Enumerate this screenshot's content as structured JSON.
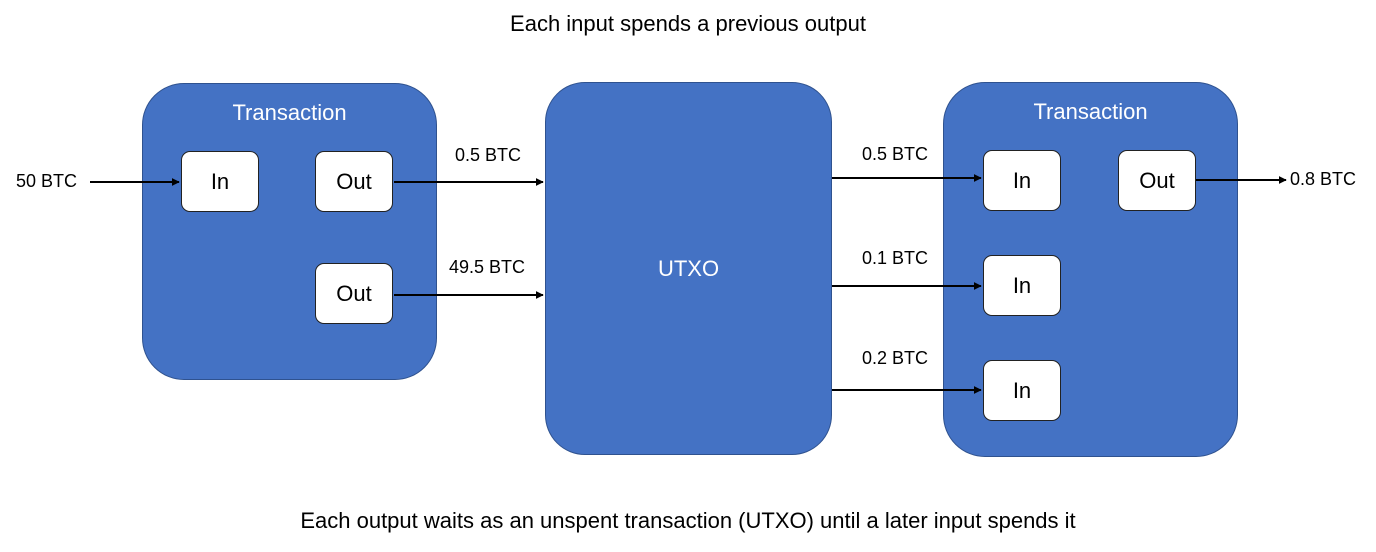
{
  "header_caption": "Each input spends a previous output",
  "footer_caption": "Each output waits as an unspent transaction (UTXO) until a later input spends it",
  "left_tx": {
    "title": "Transaction",
    "in_label": "In",
    "out1_label": "Out",
    "out2_label": "Out"
  },
  "utxo": {
    "label": "UTXO"
  },
  "right_tx": {
    "title": "Transaction",
    "in1_label": "In",
    "in2_label": "In",
    "in3_label": "In",
    "out_label": "Out"
  },
  "amounts": {
    "source": "50 BTC",
    "left_out1": "0.5 BTC",
    "left_out2": "49.5 BTC",
    "right_in1": "0.5 BTC",
    "right_in2": "0.1 BTC",
    "right_in3": "0.2 BTC",
    "right_out": "0.8 BTC"
  },
  "colors": {
    "box_fill": "#4472c4",
    "box_border": "#2f528f",
    "port_fill": "#ffffff"
  }
}
